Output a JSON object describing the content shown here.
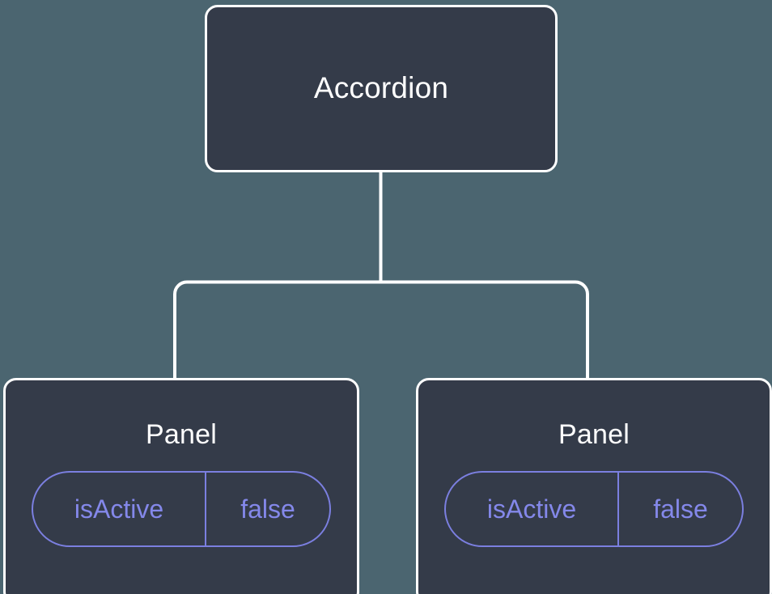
{
  "diagram": {
    "type": "component-tree",
    "background_color": "#4b6570",
    "node_fill_color": "#343b49",
    "node_border_color": "#ffffff",
    "edge_color": "#ffffff",
    "accent_color": "#7b7fe0",
    "root": {
      "label": "Accordion"
    },
    "children": [
      {
        "label": "Panel",
        "state": {
          "key": "isActive",
          "value": "false"
        }
      },
      {
        "label": "Panel",
        "state": {
          "key": "isActive",
          "value": "false"
        }
      }
    ]
  }
}
